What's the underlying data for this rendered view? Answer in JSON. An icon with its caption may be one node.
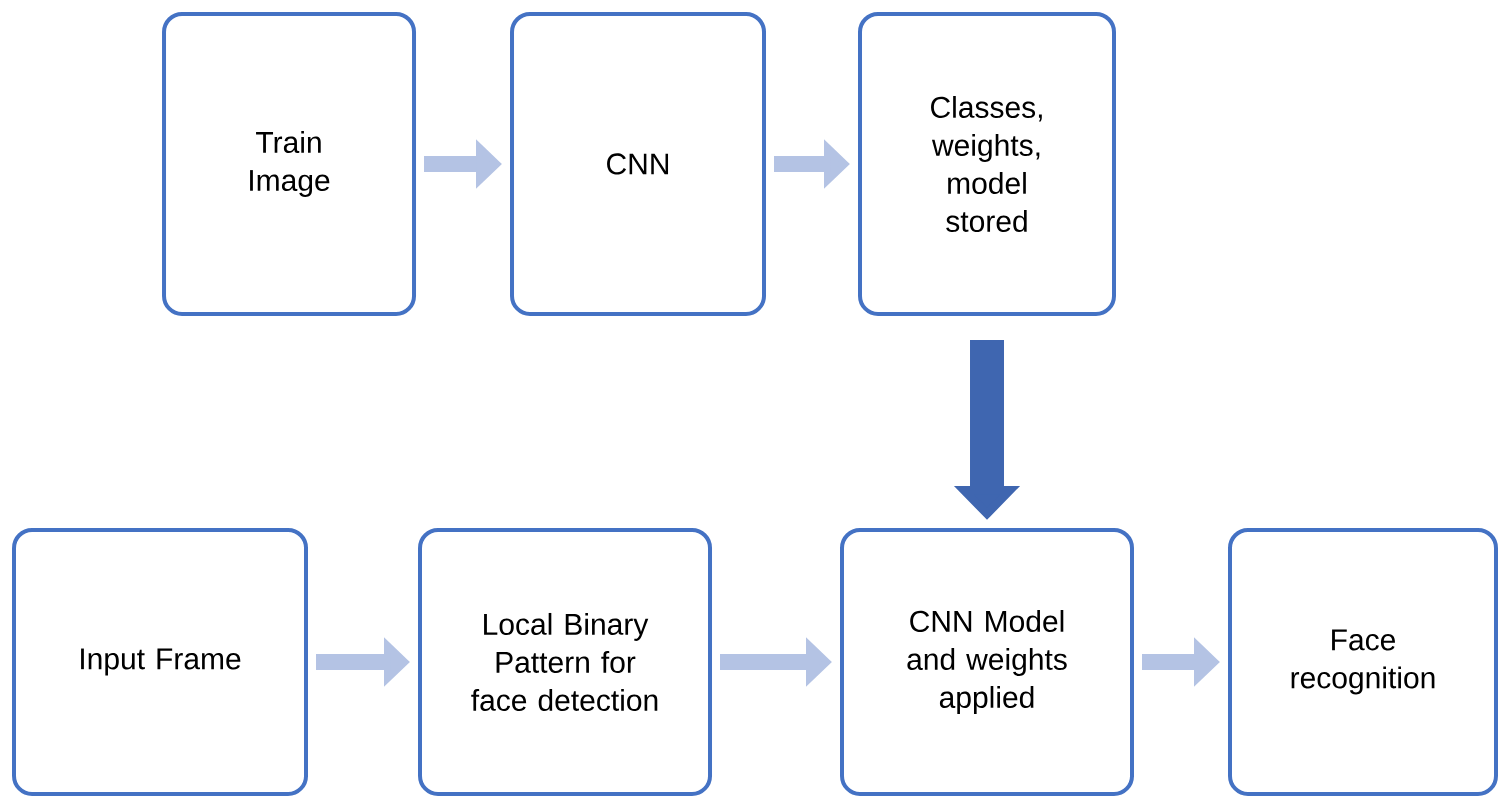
{
  "diagram": {
    "nodes": [
      {
        "text": [
          "Train Image"
        ]
      },
      {
        "text": [
          "CNN"
        ]
      },
      {
        "text": [
          "Classes, weights, model stored"
        ]
      },
      {
        "text": [
          "Input Frame"
        ]
      },
      {
        "text": [
          "Local Binary Pattern for face detection"
        ]
      },
      {
        "text": [
          "CNN Model and weights applied"
        ]
      },
      {
        "text": [
          "Face recognition"
        ]
      }
    ],
    "edges": [
      {
        "from": 0,
        "to": 1,
        "arrow": "to"
      },
      {
        "from": 1,
        "to": 2,
        "arrow": "to"
      },
      {
        "from": 2,
        "to": 5,
        "arrow": "to",
        "style": "thick",
        "color": "#3f66b0"
      },
      {
        "from": 3,
        "to": 4,
        "arrow": "to"
      },
      {
        "from": 4,
        "to": 5,
        "arrow": "to"
      },
      {
        "from": 5,
        "to": 6,
        "arrow": "to"
      }
    ]
  }
}
